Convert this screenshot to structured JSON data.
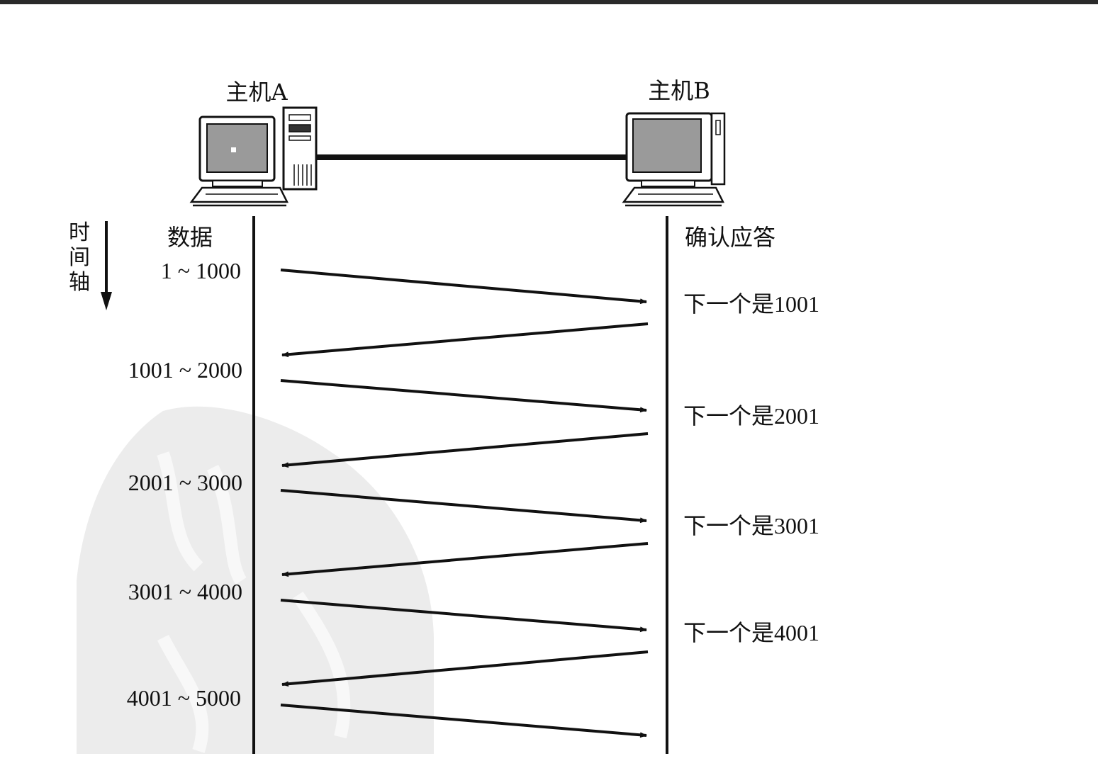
{
  "host_a": {
    "label": "主机A"
  },
  "host_b": {
    "label": "主机B"
  },
  "time_axis": {
    "label": "时间轴"
  },
  "data_header": "数据",
  "ack_header": "确认应答",
  "data_segments": [
    "1 ~ 1000",
    "1001 ~ 2000",
    "2001 ~ 3000",
    "3001 ~ 4000",
    "4001 ~ 5000"
  ],
  "acks": [
    "下一个是1001",
    "下一个是2001",
    "下一个是3001",
    "下一个是4001"
  ],
  "colors": {
    "ink": "#111111",
    "watermark": "#ebebeb",
    "top_bar": "#2a2a2a"
  }
}
